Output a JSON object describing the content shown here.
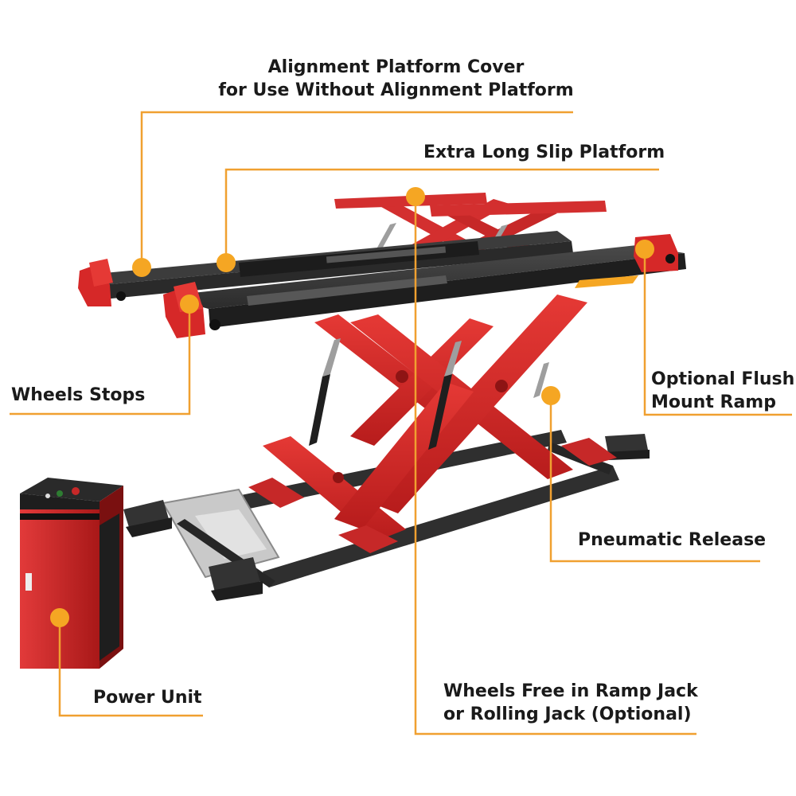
{
  "callouts": {
    "alignment_cover": {
      "line1": "Alignment Platform Cover",
      "line2": "for Use Without Alignment Platform"
    },
    "slip_platform": {
      "label": "Extra Long Slip Platform"
    },
    "wheel_stops": {
      "label": "Wheels Stops"
    },
    "flush_ramp": {
      "line1": "Optional Flush",
      "line2": "Mount Ramp"
    },
    "pneumatic_release": {
      "label": "Pneumatic Release"
    },
    "power_unit": {
      "label": "Power Unit"
    },
    "ramp_jack": {
      "line1": "Wheels Free in Ramp Jack",
      "line2": "or Rolling Jack (Optional)"
    }
  },
  "colors": {
    "callout_line": "#F0A030",
    "callout_dot": "#F5A623",
    "lift_red": "#D62828",
    "deck_dark": "#3A3A3A",
    "base_dark": "#2B2B2B"
  }
}
